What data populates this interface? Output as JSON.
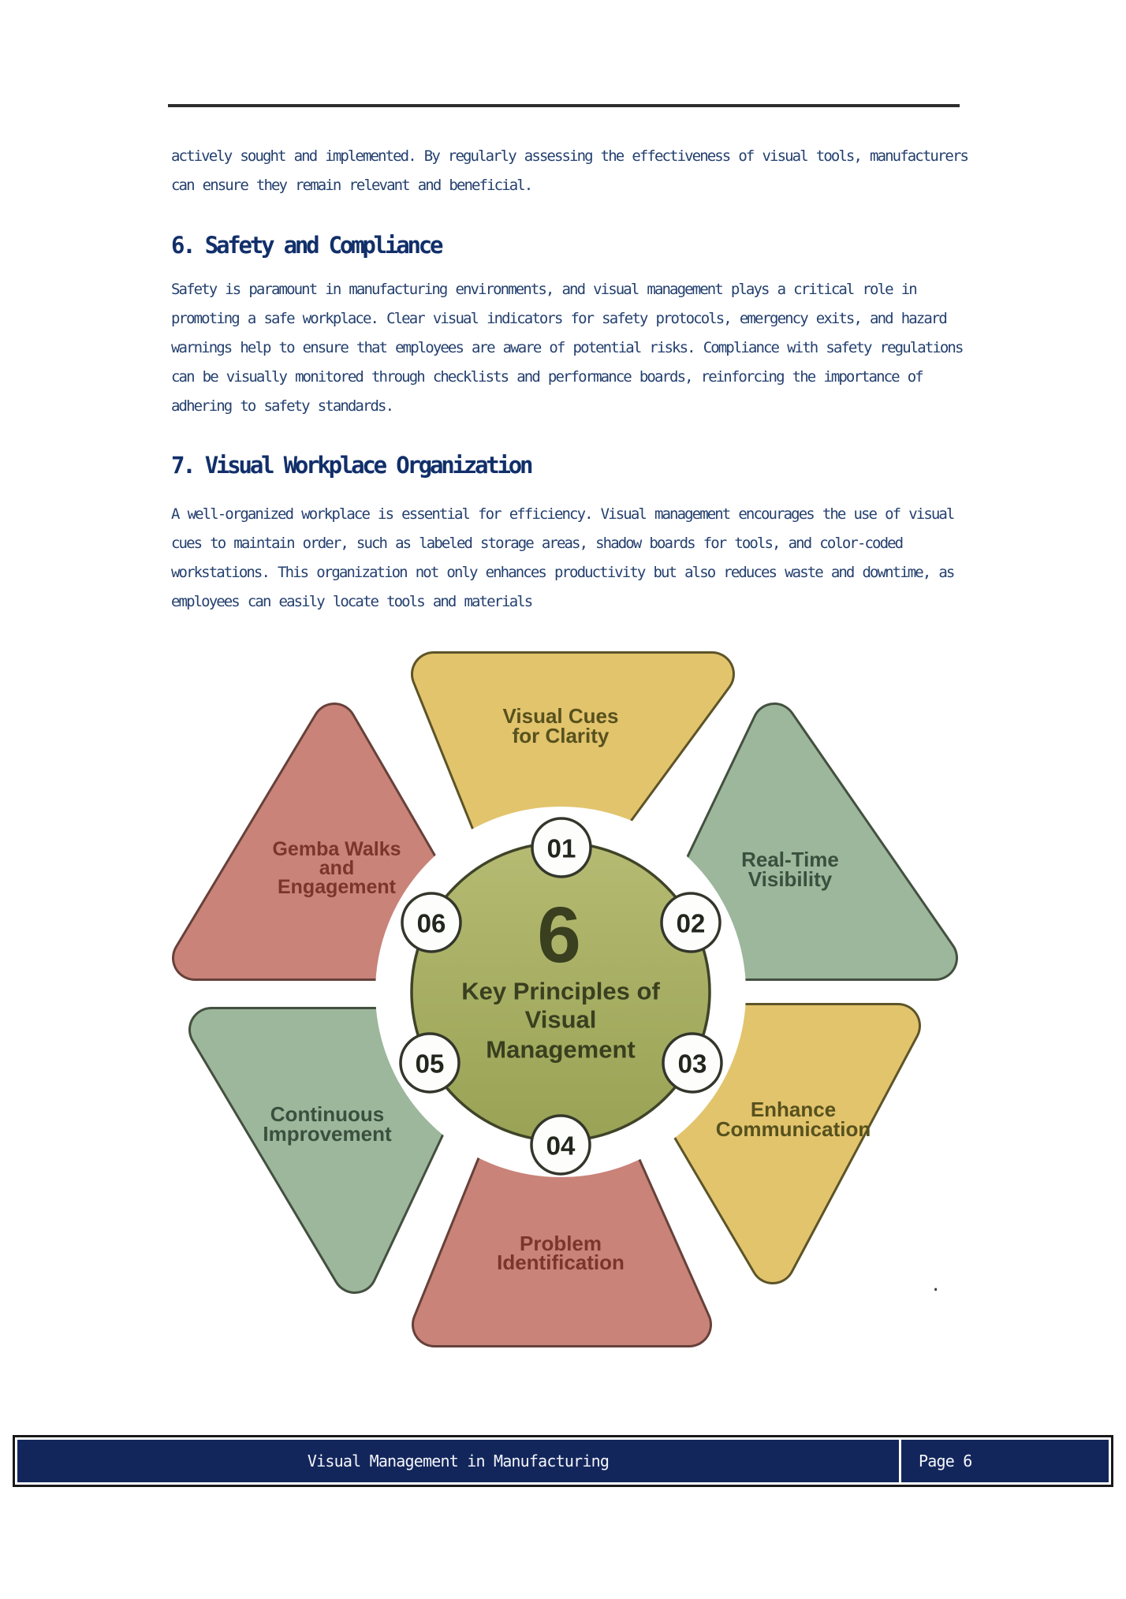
{
  "document": {
    "intro_paragraph": "actively sought and implemented. By regularly assessing the effectiveness of visual tools, manufacturers\ncan ensure they remain relevant and beneficial.",
    "sections": [
      {
        "heading": "6. Safety and Compliance",
        "body": "Safety is paramount in manufacturing environments, and visual management plays a critical role in\npromoting a safe workplace. Clear visual indicators for safety protocols, emergency exits, and hazard\nwarnings help to ensure that employees are aware of potential risks. Compliance with safety regulations\ncan be visually monitored through checklists and performance boards, reinforcing the importance of\nadhering to safety standards."
      },
      {
        "heading": "7. Visual Workplace Organization",
        "body": "A well-organized workplace is essential for efficiency. Visual management encourages the use of visual\ncues to maintain order, such as labeled storage areas, shadow boards for tools, and color-coded\nworkstations. This organization not only enhances productivity but also reduces waste and downtime, as\nemployees can easily locate tools and materials"
      }
    ],
    "stray_period": "."
  },
  "diagram": {
    "center": {
      "number": "6",
      "title_lines": [
        "Key Principles of",
        "Visual",
        "Management"
      ]
    },
    "petals": [
      {
        "number": "01",
        "label_lines": [
          "Visual Cues",
          "for Clarity"
        ]
      },
      {
        "number": "02",
        "label_lines": [
          "Real-Time",
          "Visibility"
        ]
      },
      {
        "number": "03",
        "label_lines": [
          "Enhance",
          "Communication"
        ]
      },
      {
        "number": "04",
        "label_lines": [
          "Problem",
          "Identification"
        ]
      },
      {
        "number": "05",
        "label_lines": [
          "Continuous",
          "Improvement"
        ]
      },
      {
        "number": "06",
        "label_lines": [
          "Gemba Walks",
          "and",
          "Engagement"
        ]
      }
    ],
    "palette": {
      "yellow": "#e2c46d",
      "yellow_outline": "#5d5428",
      "green": "#9cb79c",
      "green_outline": "#44503f",
      "salmon": "#c98379",
      "salmon_outline": "#66413a",
      "center_fill_top": "#b5bb72",
      "center_fill_bottom": "#99a255",
      "circle_outline": "#3f4428",
      "label_yellow": "#57511d",
      "label_green": "#3a4f3d",
      "label_salmon": "#7d352b",
      "accent_navy": "#13265c"
    }
  },
  "footer": {
    "title": "Visual Management in Manufacturing",
    "page_label": "Page 6"
  }
}
